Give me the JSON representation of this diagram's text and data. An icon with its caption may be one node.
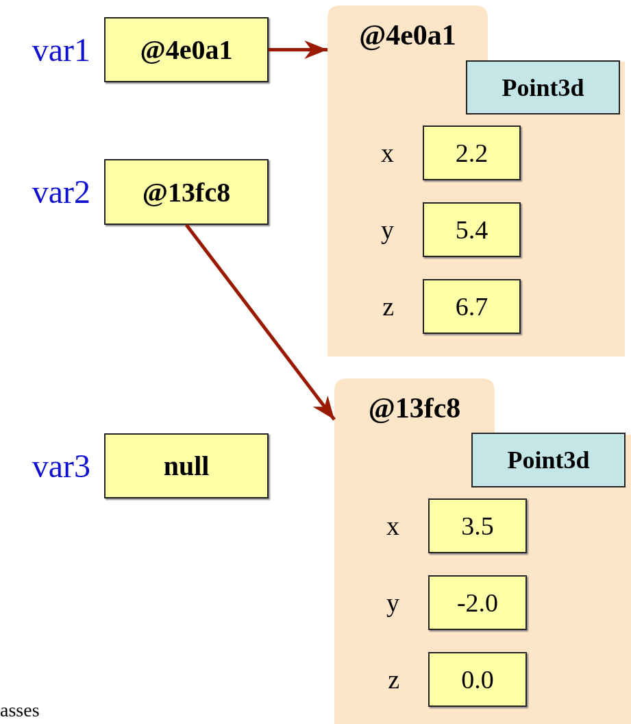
{
  "diagram": {
    "nodes": [
      {
        "text": [
          "@4e0a1"
        ],
        "beside": [
          "var1"
        ]
      },
      {
        "text": [
          "@13fc8"
        ],
        "beside": [
          "var2"
        ]
      },
      {
        "text": [
          "null"
        ],
        "beside": [
          "var3"
        ]
      },
      {
        "text": [
          "@4e0a1"
        ]
      },
      {
        "text": [
          "Point3d"
        ],
        "in": 3
      },
      {
        "text": [
          "2.2"
        ],
        "in": 3,
        "beside": [
          "x"
        ]
      },
      {
        "text": [
          "5.4"
        ],
        "in": 3,
        "beside": [
          "y"
        ]
      },
      {
        "text": [
          "6.7"
        ],
        "in": 3,
        "beside": [
          "z"
        ]
      },
      {
        "text": [
          "@13fc8"
        ]
      },
      {
        "text": [
          "Point3d"
        ],
        "in": 8
      },
      {
        "text": [
          "3.5"
        ],
        "in": 8,
        "beside": [
          "x"
        ]
      },
      {
        "text": [
          "-2.0"
        ],
        "in": 8,
        "beside": [
          "y"
        ]
      },
      {
        "text": [
          "0.0"
        ],
        "in": 8,
        "beside": [
          "z"
        ]
      }
    ],
    "edges": [
      {
        "from": 0,
        "to": 3,
        "arrow": "to"
      },
      {
        "from": 1,
        "to": 8,
        "arrow": "to"
      }
    ],
    "labels": [
      "asses"
    ]
  }
}
